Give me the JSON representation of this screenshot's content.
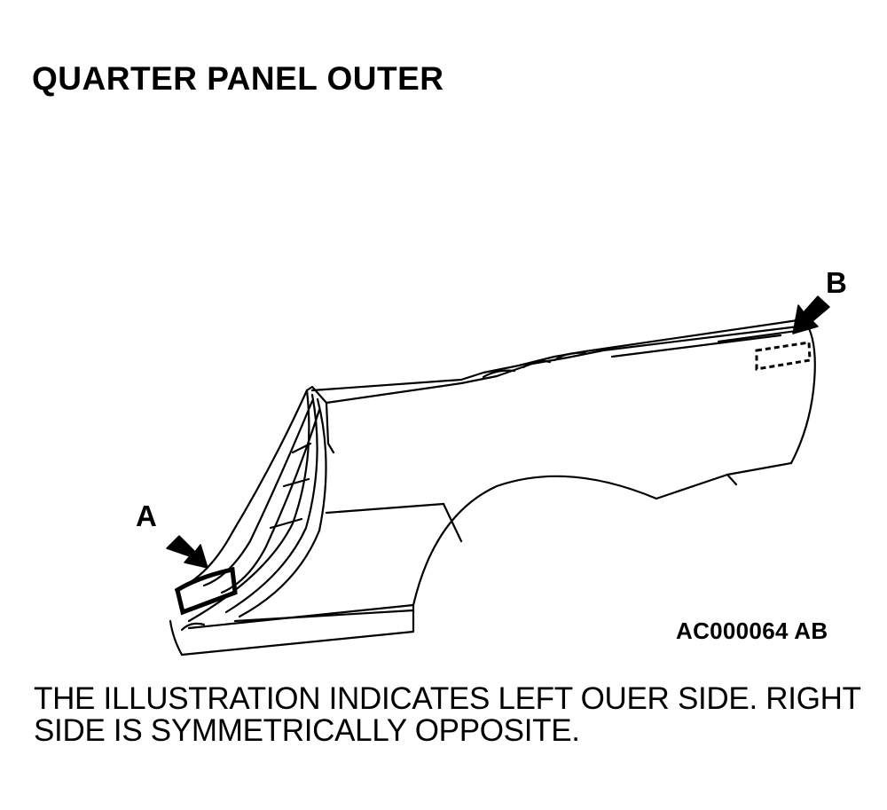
{
  "diagram": {
    "title": "QUARTER PANEL OUTER",
    "callouts": [
      {
        "id": "A",
        "label": "A"
      },
      {
        "id": "B",
        "label": "B"
      }
    ],
    "figure_code": "AC000064 AB",
    "note_lines": [
      "THE ILLUSTRATION INDICATES LEFT OUER SIDE. RIGHT",
      "SIDE IS SYMMETRICALLY OPPOSITE."
    ],
    "colors": {
      "ink": "#000000",
      "background": "#ffffff"
    }
  }
}
